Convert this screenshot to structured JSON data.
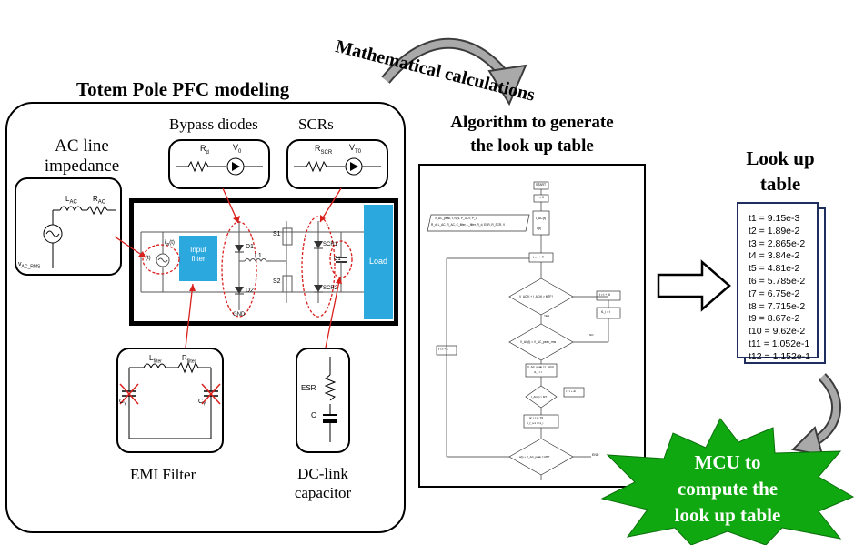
{
  "top_arrow_label": "Mathematical calculations",
  "model": {
    "title": "Totem Pole PFC modeling",
    "ac_line": {
      "label_l1": "AC line",
      "label_l2": "impedance",
      "l_sym": "L",
      "l_sub": "AC",
      "r_sym": "R",
      "r_sub": "AC",
      "v_sym": "v",
      "v_sub": "AC_RMS"
    },
    "bypass": {
      "label": "Bypass  diodes",
      "r_sym": "R",
      "r_sub": "d",
      "v_sym": "V",
      "v_sub": "0"
    },
    "scrs": {
      "label": "SCRs",
      "r_sym": "R",
      "r_sub": "SCR",
      "v_sym": "V",
      "v_sub": "T0"
    },
    "circuit": {
      "input_filter_l1": "Input",
      "input_filter_l2": "filter",
      "load": "Load",
      "iin": "i",
      "iin_sub": "in",
      "iin_t": "(t)",
      "vin_t": "(t)",
      "d1": "D1",
      "d2": "D2",
      "s1": "S1",
      "s2": "S2",
      "l1": "L1",
      "scr1": "SCR1",
      "scr2": "SCR2",
      "c1": "C1",
      "gnd": "GND"
    },
    "emi": {
      "label": "EMI Filter",
      "l_sym": "L",
      "l_sub": "filter",
      "r_sym": "R",
      "r_sub": "filter",
      "c_sym": "C",
      "c_sub": "Y"
    },
    "dclink": {
      "label_l1": "DC-link",
      "label_l2": "capacitor",
      "esr": "ESR",
      "c": "C"
    }
  },
  "algorithm": {
    "title_l1": "Algorithm to generate",
    "title_l2": "the look up table",
    "flow": {
      "start": "START",
      "init": "t = 0",
      "inputs_l1": "V_AC_peak, f, N_s, P_OUT, P_0",
      "inputs_l2": "R_d, L_AC, R_AC, C_filter, L_filter, R_d, ESR, R_SCR, V",
      "calc1": "I_AC(t)",
      "calc2": "v(t)",
      "step1": "t = t + T",
      "dec1": "V_AC(t) + I_AC(t) > MTF?",
      "side1": "t = t + dt",
      "side2": "t1_i = t",
      "dec2": "V_AC(t) = V_AC_peak_rms",
      "proc2_l1": "V_AC_peak = I_AC(t)",
      "proc2_l2": "t1_i = t",
      "proc3": "I_AC(t) > MT",
      "side3": "t = t + dt",
      "proc4_l1": "t2_i = t - T0",
      "proc4_l2": "t_f_i+1 = t1_i",
      "dec3": "a(t) + V_AC_peak = MT?",
      "loop": "t = t + 1",
      "yes": "YES",
      "no": "NO",
      "end": "END"
    }
  },
  "lut": {
    "title_l1": "Look up",
    "title_l2": "table",
    "rows": [
      "t1 = 9.15e-3",
      "t2 = 1.89e-2",
      "t3 = 2.865e-2",
      "t4 = 3.84e-2",
      "t5 = 4.81e-2",
      "t6 = 5.785e-2",
      "t7 = 6.75e-2",
      "t8 = 7.715e-2",
      "t9 = 8.67e-2",
      "t10 = 9.62e-2",
      "t11 = 1.052e-1",
      "t12 = 1.152e-1"
    ]
  },
  "mcu": {
    "l1": "MCU to",
    "l2": "compute the",
    "l3": "look up table"
  },
  "colors": {
    "star_green": "#10A810",
    "load_blue": "#2BA8DE",
    "highlight_red": "#D9201C",
    "lut_border": "#1F2E5C",
    "grey_arrow": "#8C8C8C"
  }
}
